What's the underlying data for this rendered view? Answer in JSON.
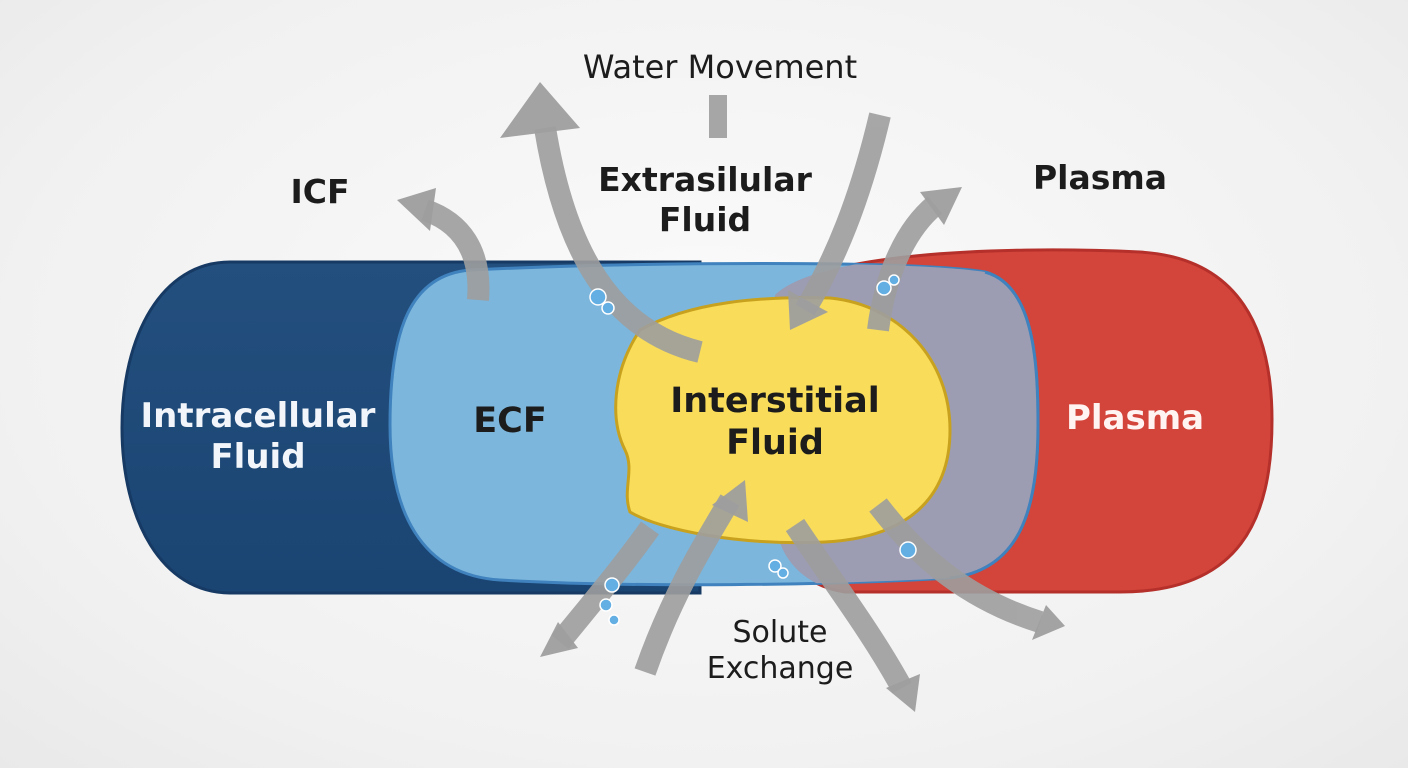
{
  "labels": {
    "water_movement": "Water Movement",
    "extracellular": "Extrasilular\nFluid",
    "icf_top": "ICF",
    "plasma_top": "Plasma",
    "intracellular": "Intracellular\nFluid",
    "ecf": "ECF",
    "interstitial": "Interstitial\nFluid",
    "plasma": "Plasma",
    "solute_exchange": "Solute\nExchange"
  },
  "colors": {
    "intracellular": "#1d4a78",
    "ecf": "#7cb6dc",
    "interstitial": "#f8dc5a",
    "plasma": "#d3443a",
    "overlap": "#9c9cb3",
    "arrow": "#9e9e9e",
    "droplet": "#63aee3"
  }
}
